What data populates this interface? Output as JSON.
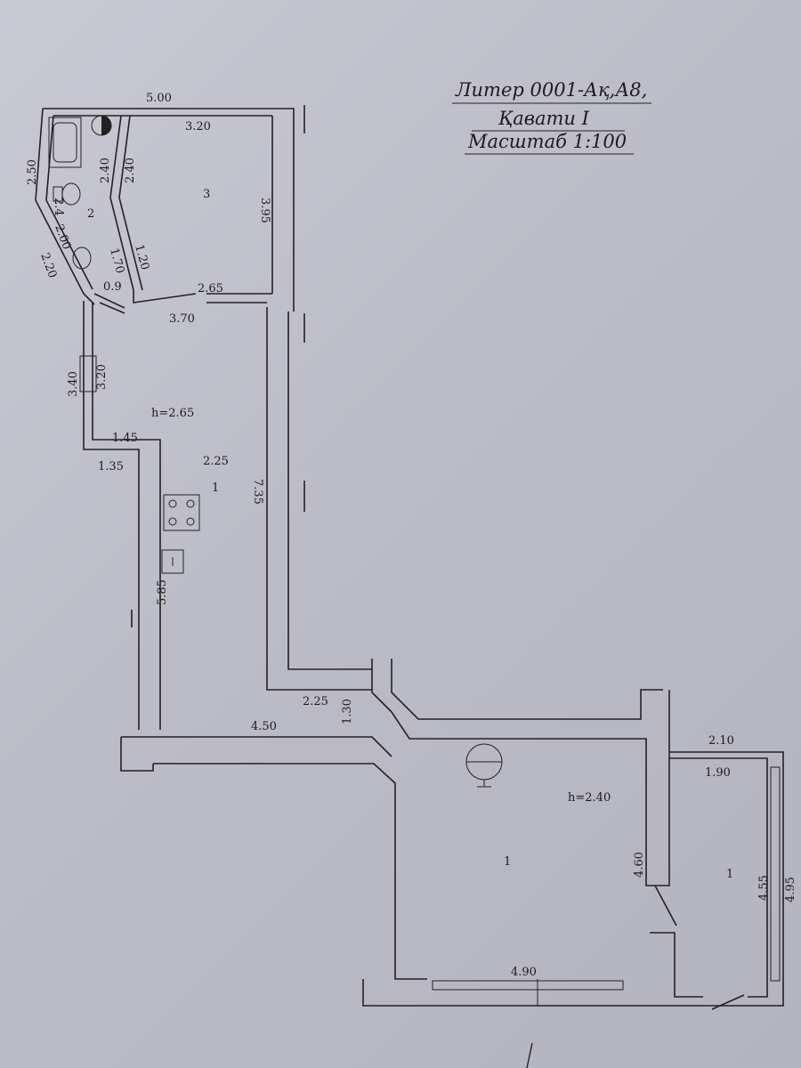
{
  "title": {
    "line1": "Литер 0001-Ақ,А8,",
    "line2": "Қавати   I",
    "line3": "Масштаб 1:100"
  },
  "rooms": {
    "bathroom": "2",
    "storage": "3",
    "kitchen": "1",
    "living": "1",
    "balcony": "1"
  },
  "heights": {
    "upper": "h=2.65",
    "lower": "h=2.40"
  },
  "dimensions": {
    "top_total": "5.00",
    "storage_width": "3.20",
    "storage_height": "3.95",
    "bath_outer_left": "2.50",
    "bath_inner_left": "2.40",
    "storage_left": "2.40",
    "bath_small": "2.4",
    "bath_diag": "2.00",
    "bath_diag_outer": "2.20",
    "storage_diag": "1.70",
    "storage_diag_inner": "1.20",
    "door_gap": "0.9",
    "storage_bottom": "2.65",
    "corridor_top": "3.70",
    "corridor_outer": "3.40",
    "corridor_inner": "3.20",
    "kitchen_step_inner": "1.45",
    "kitchen_step_outer": "1.35",
    "kitchen_width": "2.25",
    "kitchen_length": "7.35",
    "kitchen_left": "5.85",
    "passage_width": "2.25",
    "passage_depth": "1.30",
    "hall_top": "4.50",
    "living_right": "4.60",
    "living_bottom": "4.90",
    "balcony_outer": "2.10",
    "balcony_inner": "1.90",
    "balcony_inner_len": "4.55",
    "balcony_outer_len": "4.95"
  }
}
